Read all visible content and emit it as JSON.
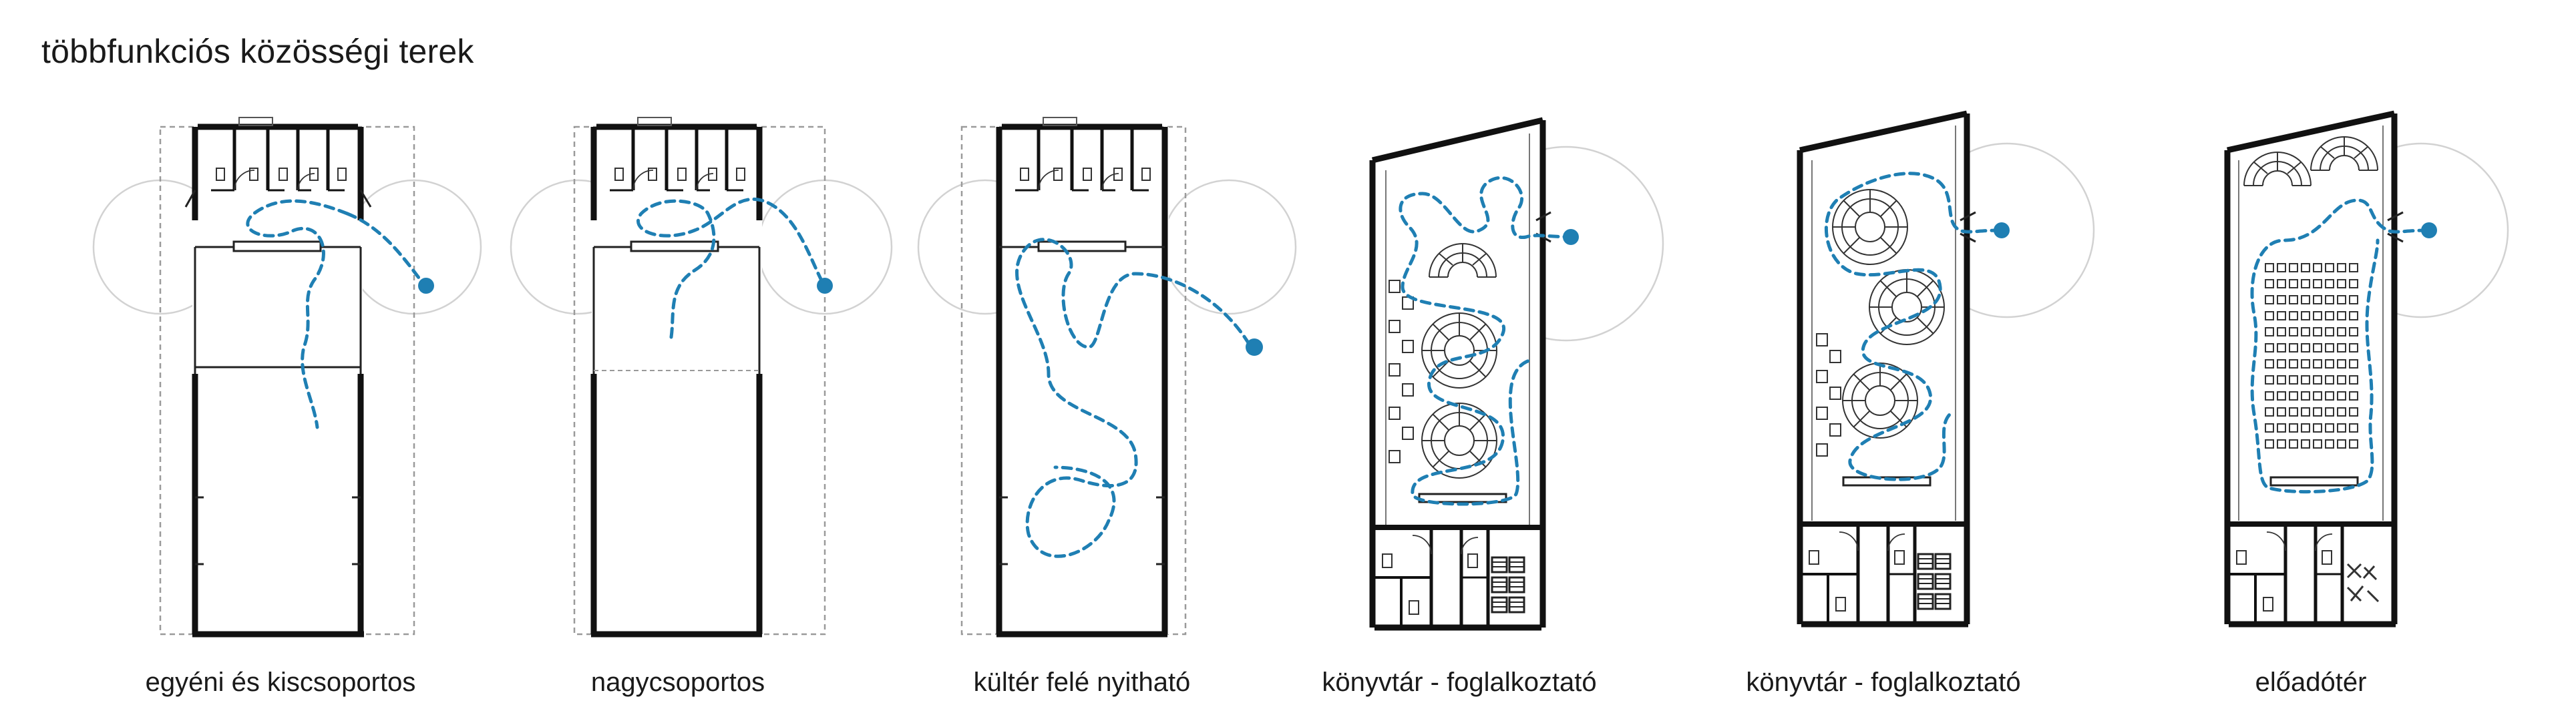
{
  "title": "többfunkciós közösségi terek",
  "captions": [
    "egyéni és kiscsoportos",
    "nagycsoportos",
    "kültér felé nyitható",
    "könyvtár - foglalkoztató",
    "könyvtár - foglalkoztató",
    "előadótér"
  ],
  "colors": {
    "path": "#1f7fb3",
    "walls": "#111111",
    "guides": "#9a9a9a"
  }
}
